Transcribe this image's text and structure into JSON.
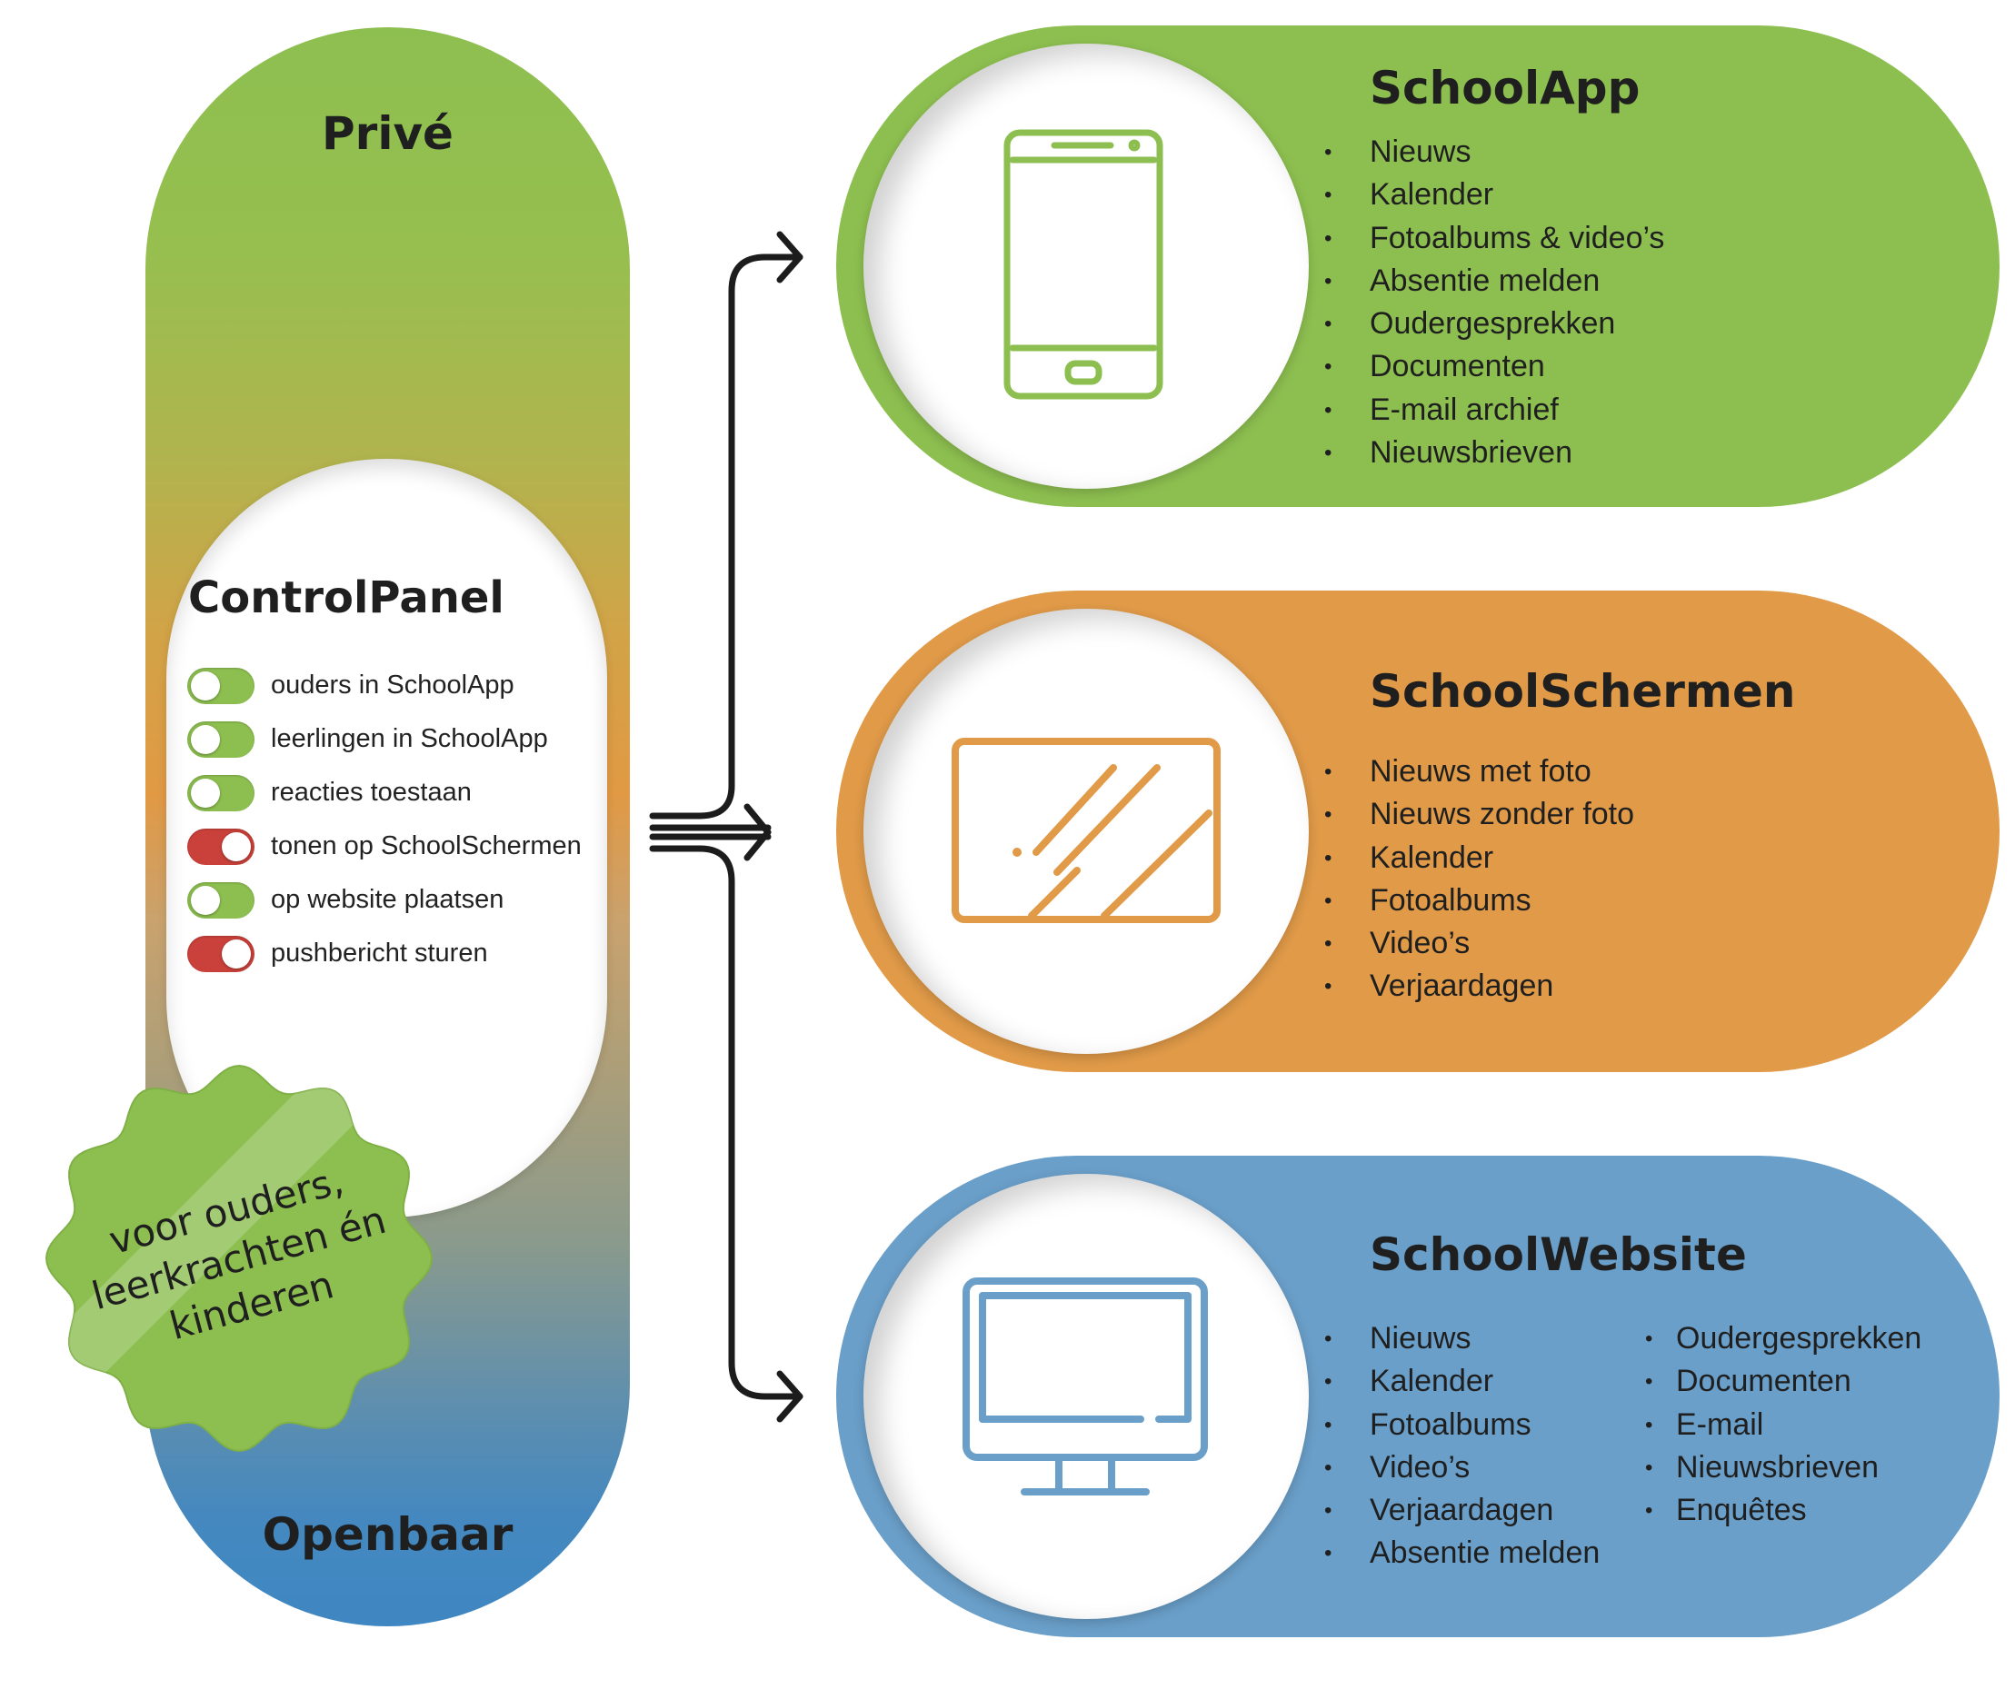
{
  "spectrum": {
    "top_label": "Privé",
    "bottom_label": "Openbaar"
  },
  "control_panel": {
    "title": "ControlPanel",
    "toggles": [
      {
        "label": "ouders in SchoolApp",
        "state": "green"
      },
      {
        "label": "leerlingen in SchoolApp",
        "state": "green"
      },
      {
        "label": "reacties toestaan",
        "state": "green"
      },
      {
        "label": "tonen op SchoolSchermen",
        "state": "red"
      },
      {
        "label": "op website plaatsen",
        "state": "green"
      },
      {
        "label": "pushbericht sturen",
        "state": "red"
      }
    ]
  },
  "badge": {
    "lines": [
      "voor ouders,",
      "leerkrachten én",
      "kinderen"
    ]
  },
  "cards": {
    "schoolapp": {
      "title": "SchoolApp",
      "icon": "smartphone-icon",
      "items": [
        "Nieuws",
        "Kalender",
        "Fotoalbums & video’s",
        "Absentie melden",
        "Oudergesprekken",
        "Documenten",
        "E-mail archief",
        "Nieuwsbrieven"
      ]
    },
    "schoolschermen": {
      "title": "SchoolSchermen",
      "icon": "display-screen-icon",
      "items": [
        "Nieuws met foto",
        "Nieuws zonder foto",
        "Kalender",
        "Fotoalbums",
        "Video’s",
        "Verjaardagen"
      ]
    },
    "schoolwebsite": {
      "title": "SchoolWebsite",
      "icon": "desktop-monitor-icon",
      "items_left": [
        "Nieuws",
        "Kalender",
        "Fotoalbums",
        "Video’s",
        "Verjaardagen",
        "Absentie melden"
      ],
      "items_right": [
        "Oudergesprekken",
        "Documenten",
        "E-mail",
        "Nieuwsbrieven",
        "Enquêtes"
      ]
    }
  },
  "colors": {
    "green": "#8dbf50",
    "orange": "#e09a48",
    "blue": "#6a9fc9",
    "toggle_off": "#8dbf50",
    "toggle_red": "#c9413a"
  }
}
